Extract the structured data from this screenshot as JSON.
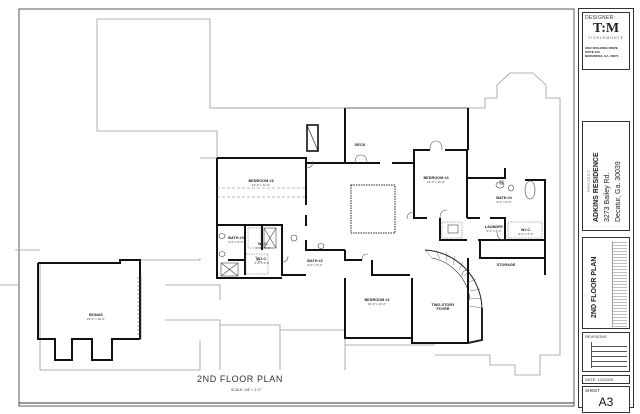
{
  "plan": {
    "title": "2ND FLOOR PLAN",
    "scale": "SCALE: 1/8\" = 1'-0\"",
    "rooms": [
      {
        "id": "bedroom3",
        "name": "BEDROOM #3",
        "dim": "13'-0\" x 11'-0\""
      },
      {
        "id": "deck",
        "name": "DECK",
        "dim": ""
      },
      {
        "id": "bedroom4",
        "name": "BEDROOM #4",
        "dim": "13'-0\" x 11'-0\""
      },
      {
        "id": "bath4",
        "name": "BATH #4",
        "dim": "9'-0\" x 5'-0\""
      },
      {
        "id": "wic4",
        "name": "W.I.C.",
        "dim": "6'-0\" x 5'-0\""
      },
      {
        "id": "laundry",
        "name": "LAUNDRY",
        "dim": "6'-0\" x 5'-0\""
      },
      {
        "id": "storage",
        "name": "STORAGE",
        "dim": ""
      },
      {
        "id": "bath3",
        "name": "BATH #3",
        "dim": "9'-0\" x 5'-0\""
      },
      {
        "id": "wic3a",
        "name": "W.I.C.",
        "dim": "6'-0\" x 5'-0\""
      },
      {
        "id": "wic3b",
        "name": "W.I.C.",
        "dim": "6'-0\" x 5'-0\""
      },
      {
        "id": "bath2",
        "name": "BATH #2",
        "dim": "9'-0\" x 5'-0\""
      },
      {
        "id": "bedroom2",
        "name": "BEDROOM #2",
        "dim": "13'-0\" x 11'-0\""
      },
      {
        "id": "foyer",
        "name": "TWO-STORY FOYER",
        "dim": ""
      },
      {
        "id": "bonus",
        "name": "BONUS",
        "dim": "22'-0\" x 16'-0\""
      }
    ]
  },
  "titleblock": {
    "designer_label": "DESIGNER:",
    "designer_logo": "T:M",
    "designer_firm": "TICKLEMONTE",
    "designer_address": [
      "1602 SPALDING DRIVE",
      "SUITE 100",
      "NORCROSS, GA, 30071"
    ],
    "project_label": "PROJECT:",
    "project_name": "ADKINS RESIDENCE",
    "project_address": "3273 Bailey Rd.",
    "project_city": "Decatur, Ga. 30039",
    "sheet_title": "2ND FLOOR PLAN",
    "revisions_label": "REVISIONS",
    "date_label": "DATE: 1/1/2020",
    "sheet_label": "SHEET",
    "sheet_number": "A3"
  },
  "colors": {
    "wall": "#111111",
    "outline": "#9a9a9a",
    "border": "#333333"
  }
}
